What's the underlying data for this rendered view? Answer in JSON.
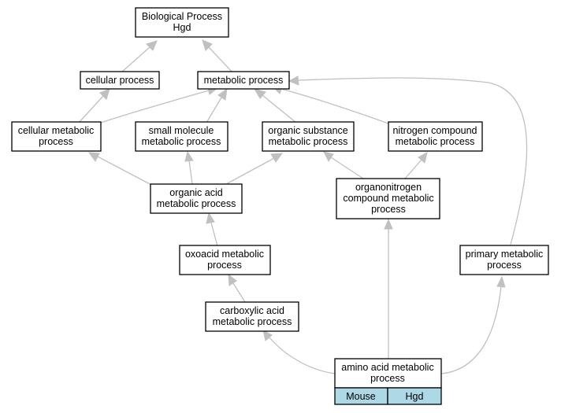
{
  "nodes": {
    "biological_process": [
      "Biological Process",
      "Hgd"
    ],
    "cellular_process": [
      "cellular process"
    ],
    "metabolic_process": [
      "metabolic process"
    ],
    "cellular_metabolic_process": [
      "cellular metabolic",
      "process"
    ],
    "small_molecule_metabolic_process": [
      "small molecule",
      "metabolic process"
    ],
    "organic_substance_metabolic_process": [
      "organic substance",
      "metabolic process"
    ],
    "nitrogen_compound_metabolic_process": [
      "nitrogen compound",
      "metabolic process"
    ],
    "organic_acid_metabolic_process": [
      "organic acid",
      "metabolic process"
    ],
    "organonitrogen_compound_metabolic_process": [
      "organonitrogen",
      "compound metabolic",
      "process"
    ],
    "oxoacid_metabolic_process": [
      "oxoacid metabolic",
      "process"
    ],
    "primary_metabolic_process": [
      "primary metabolic",
      "process"
    ],
    "carboxylic_acid_metabolic_process": [
      "carboxylic acid",
      "metabolic process"
    ],
    "amino_acid_metabolic_process": [
      "amino acid metabolic",
      "process"
    ]
  },
  "annotations": {
    "species": "Mouse",
    "gene": "Hgd"
  },
  "edges": [
    {
      "from": "cellular_process",
      "to": "biological_process"
    },
    {
      "from": "metabolic_process",
      "to": "biological_process"
    },
    {
      "from": "cellular_metabolic_process",
      "to": "cellular_process"
    },
    {
      "from": "cellular_metabolic_process",
      "to": "metabolic_process"
    },
    {
      "from": "small_molecule_metabolic_process",
      "to": "metabolic_process"
    },
    {
      "from": "organic_substance_metabolic_process",
      "to": "metabolic_process"
    },
    {
      "from": "nitrogen_compound_metabolic_process",
      "to": "metabolic_process"
    },
    {
      "from": "primary_metabolic_process",
      "to": "metabolic_process"
    },
    {
      "from": "organic_acid_metabolic_process",
      "to": "cellular_metabolic_process"
    },
    {
      "from": "organic_acid_metabolic_process",
      "to": "small_molecule_metabolic_process"
    },
    {
      "from": "organic_acid_metabolic_process",
      "to": "organic_substance_metabolic_process"
    },
    {
      "from": "organonitrogen_compound_metabolic_process",
      "to": "organic_substance_metabolic_process"
    },
    {
      "from": "organonitrogen_compound_metabolic_process",
      "to": "nitrogen_compound_metabolic_process"
    },
    {
      "from": "oxoacid_metabolic_process",
      "to": "organic_acid_metabolic_process"
    },
    {
      "from": "carboxylic_acid_metabolic_process",
      "to": "oxoacid_metabolic_process"
    },
    {
      "from": "amino_acid_metabolic_process",
      "to": "carboxylic_acid_metabolic_process"
    },
    {
      "from": "amino_acid_metabolic_process",
      "to": "organonitrogen_compound_metabolic_process"
    },
    {
      "from": "amino_acid_metabolic_process",
      "to": "primary_metabolic_process"
    }
  ],
  "colors": {
    "edge": "#c0c0c0",
    "annotation_fill": "#add8e6",
    "node_border": "#000000"
  }
}
